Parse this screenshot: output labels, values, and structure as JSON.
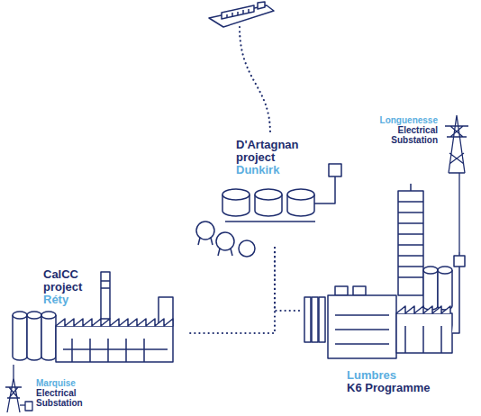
{
  "diagram": {
    "nodes": [
      {
        "text": [
          "Longuenesse",
          "Electrical Substation"
        ]
      },
      {
        "text": [
          "D'Artagnan project",
          "Dunkirk"
        ]
      },
      {
        "text": [
          "CalCC project",
          "Réty"
        ]
      },
      {
        "text": [
          "Lumbres",
          "K6 Programme"
        ]
      },
      {
        "text": [
          "Marquise",
          "Electrical Substation"
        ]
      }
    ],
    "edges": [
      {
        "from": 1,
        "to": 2,
        "arrow": "none"
      },
      {
        "from": 1,
        "to": 3,
        "arrow": "none"
      },
      {
        "from": 0,
        "to": 3,
        "arrow": "none"
      },
      {
        "from": 4,
        "to": 2,
        "arrow": "none"
      }
    ]
  }
}
